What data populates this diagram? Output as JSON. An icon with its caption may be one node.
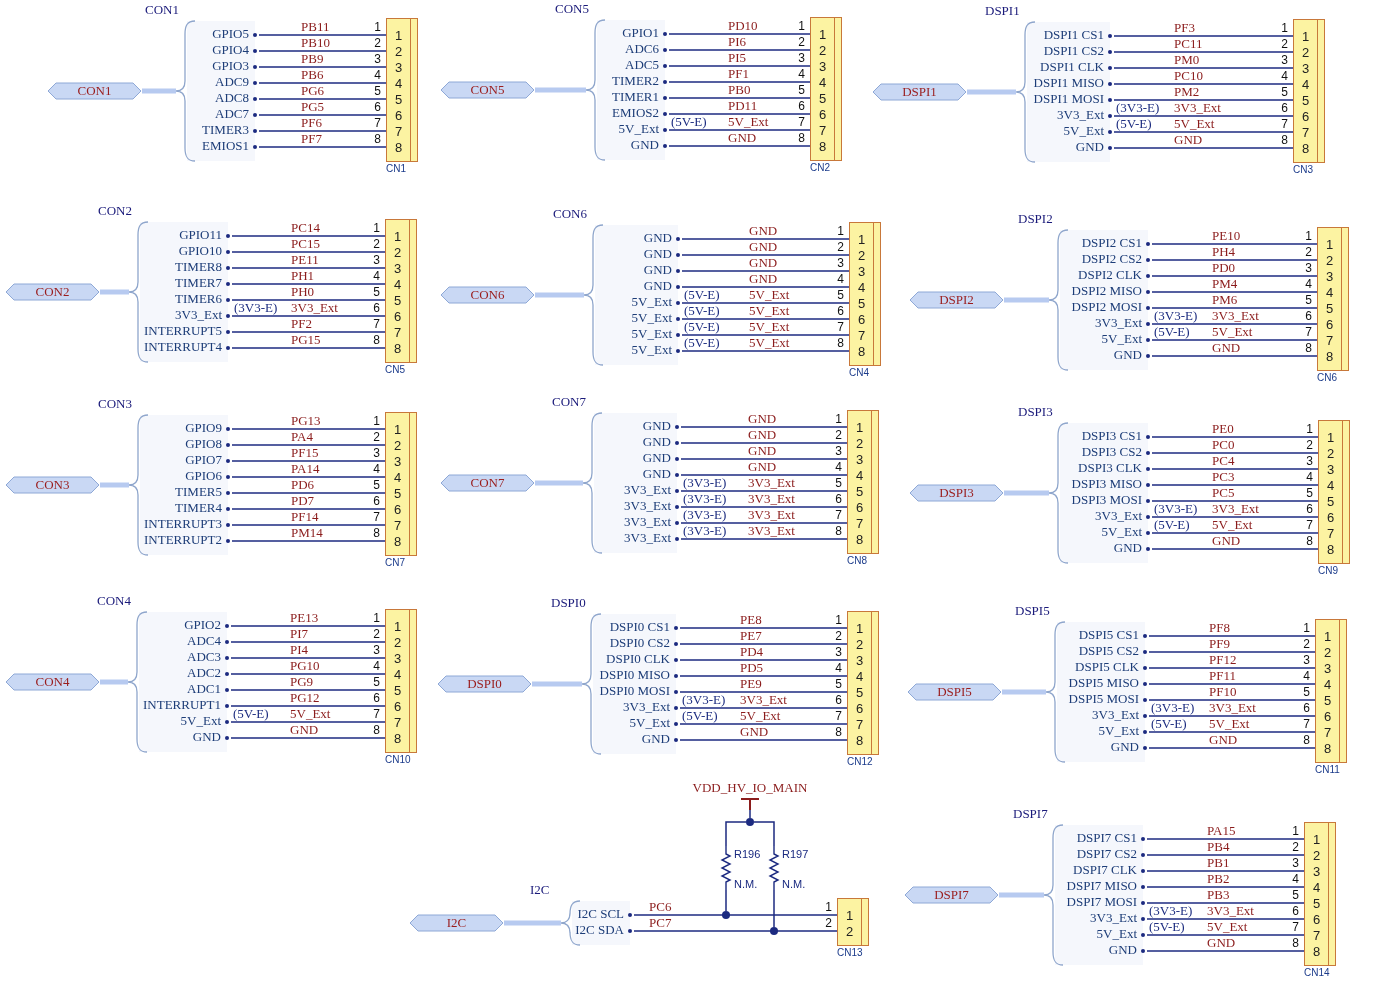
{
  "diagram": {
    "nodes": [
      {
        "text": [
          "CON1"
        ]
      },
      {
        "text": [
          "GPIO5",
          "GPIO4",
          "GPIO3",
          "ADC9",
          "ADC8",
          "ADC7",
          "TIMER3",
          "EMIOS1"
        ],
        "beside": [
          "CON1"
        ]
      },
      {
        "text": [
          "1",
          "2",
          "3",
          "4",
          "5",
          "6",
          "7",
          "8"
        ],
        "beside": [
          "CN1"
        ]
      },
      {
        "text": [
          "CON5"
        ]
      },
      {
        "text": [
          "GPIO1",
          "ADC6",
          "ADC5",
          "TIMER2",
          "TIMER1",
          "EMIOS2",
          "5V_Ext",
          "GND"
        ],
        "beside": [
          "CON5"
        ]
      },
      {
        "text": [
          "1",
          "2",
          "3",
          "4",
          "5",
          "6",
          "7",
          "8"
        ],
        "beside": [
          "CN2"
        ]
      },
      {
        "text": [
          "DSPI1"
        ]
      },
      {
        "text": [
          "DSPI1 CS1",
          "DSPI1 CS2",
          "DSPI1 CLK",
          "DSPI1 MISO",
          "DSPI1 MOSI",
          "3V3_Ext",
          "5V_Ext",
          "GND"
        ],
        "beside": [
          "DSPI1"
        ]
      },
      {
        "text": [
          "1",
          "2",
          "3",
          "4",
          "5",
          "6",
          "7",
          "8"
        ],
        "beside": [
          "CN3"
        ]
      },
      {
        "text": [
          "CON2"
        ]
      },
      {
        "text": [
          "GPIO11",
          "GPIO10",
          "TIMER8",
          "TIMER7",
          "TIMER6",
          "3V3_Ext",
          "INTERRUPT5",
          "INTERRUPT4"
        ],
        "beside": [
          "CON2"
        ]
      },
      {
        "text": [
          "1",
          "2",
          "3",
          "4",
          "5",
          "6",
          "7",
          "8"
        ],
        "beside": [
          "CN5"
        ]
      },
      {
        "text": [
          "CON6"
        ]
      },
      {
        "text": [
          "GND",
          "GND",
          "GND",
          "GND",
          "5V_Ext",
          "5V_Ext",
          "5V_Ext",
          "5V_Ext"
        ],
        "beside": [
          "CON6"
        ]
      },
      {
        "text": [
          "1",
          "2",
          "3",
          "4",
          "5",
          "6",
          "7",
          "8"
        ],
        "beside": [
          "CN4"
        ]
      },
      {
        "text": [
          "DSPI2"
        ]
      },
      {
        "text": [
          "DSPI2 CS1",
          "DSPI2 CS2",
          "DSPI2 CLK",
          "DSPI2 MISO",
          "DSPI2 MOSI",
          "3V3_Ext",
          "5V_Ext",
          "GND"
        ],
        "beside": [
          "DSPI2"
        ]
      },
      {
        "text": [
          "1",
          "2",
          "3",
          "4",
          "5",
          "6",
          "7",
          "8"
        ],
        "beside": [
          "CN6"
        ]
      },
      {
        "text": [
          "CON3"
        ]
      },
      {
        "text": [
          "GPIO9",
          "GPIO8",
          "GPIO7",
          "GPIO6",
          "TIMER5",
          "TIMER4",
          "INTERRUPT3",
          "INTERRUPT2"
        ],
        "beside": [
          "CON3"
        ]
      },
      {
        "text": [
          "1",
          "2",
          "3",
          "4",
          "5",
          "6",
          "7",
          "8"
        ],
        "beside": [
          "CN7"
        ]
      },
      {
        "text": [
          "CON7"
        ]
      },
      {
        "text": [
          "GND",
          "GND",
          "GND",
          "GND",
          "3V3_Ext",
          "3V3_Ext",
          "3V3_Ext",
          "3V3_Ext"
        ],
        "beside": [
          "CON7"
        ]
      },
      {
        "text": [
          "1",
          "2",
          "3",
          "4",
          "5",
          "6",
          "7",
          "8"
        ],
        "beside": [
          "CN8"
        ]
      },
      {
        "text": [
          "DSPI3"
        ]
      },
      {
        "text": [
          "DSPI3 CS1",
          "DSPI3 CS2",
          "DSPI3 CLK",
          "DSPI3 MISO",
          "DSPI3 MOSI",
          "3V3_Ext",
          "5V_Ext",
          "GND"
        ],
        "beside": [
          "DSPI3"
        ]
      },
      {
        "text": [
          "1",
          "2",
          "3",
          "4",
          "5",
          "6",
          "7",
          "8"
        ],
        "beside": [
          "CN9"
        ]
      },
      {
        "text": [
          "CON4"
        ]
      },
      {
        "text": [
          "GPIO2",
          "ADC4",
          "ADC3",
          "ADC2",
          "ADC1",
          "INTERRUPT1",
          "5V_Ext",
          "GND"
        ],
        "beside": [
          "CON4"
        ]
      },
      {
        "text": [
          "1",
          "2",
          "3",
          "4",
          "5",
          "6",
          "7",
          "8"
        ],
        "beside": [
          "CN10"
        ]
      },
      {
        "text": [
          "DSPI0"
        ]
      },
      {
        "text": [
          "DSPI0 CS1",
          "DSPI0 CS2",
          "DSPI0 CLK",
          "DSPI0 MISO",
          "DSPI0 MOSI",
          "3V3_Ext",
          "5V_Ext",
          "GND"
        ],
        "beside": [
          "DSPI0"
        ]
      },
      {
        "text": [
          "1",
          "2",
          "3",
          "4",
          "5",
          "6",
          "7",
          "8"
        ],
        "beside": [
          "CN12"
        ]
      },
      {
        "text": [
          "DSPI5"
        ]
      },
      {
        "text": [
          "DSPI5 CS1",
          "DSPI5 CS2",
          "DSPI5 CLK",
          "DSPI5 MISO",
          "DSPI5 MOSI",
          "3V3_Ext",
          "5V_Ext",
          "GND"
        ],
        "beside": [
          "DSPI5"
        ]
      },
      {
        "text": [
          "1",
          "2",
          "3",
          "4",
          "5",
          "6",
          "7",
          "8"
        ],
        "beside": [
          "CN11"
        ]
      },
      {
        "text": [
          "I2C"
        ]
      },
      {
        "text": [
          "I2C SCL",
          "I2C SDA"
        ],
        "beside": [
          "I2C"
        ]
      },
      {
        "text": [
          "1",
          "2"
        ],
        "beside": [
          "CN13"
        ]
      },
      {
        "text": [
          "VDD_HV_IO_MAIN"
        ]
      },
      {
        "text": [],
        "shape": "circle"
      },
      {
        "text": [
          "R196",
          "N.M."
        ]
      },
      {
        "text": [
          "R197",
          "N.M."
        ]
      },
      {
        "text": [],
        "shape": "circle"
      },
      {
        "text": [],
        "shape": "circle"
      },
      {
        "text": [
          "DSPI7"
        ]
      },
      {
        "text": [
          "DSPI7 CS1",
          "DSPI7 CS2",
          "DSPI7 CLK",
          "DSPI7 MISO",
          "DSPI7 MOSI",
          "3V3_Ext",
          "5V_Ext",
          "GND"
        ],
        "beside": [
          "DSPI7"
        ]
      },
      {
        "text": [
          "1",
          "2",
          "3",
          "4",
          "5",
          "6",
          "7",
          "8"
        ],
        "beside": [
          "CN14"
        ]
      }
    ],
    "edges": [
      {
        "from": 0,
        "to": 1,
        "arrow": "none",
        "style": "thick",
        "color": "#b7caf0"
      },
      {
        "from": 1,
        "to": 2,
        "arrow": "none",
        "label": "PB11"
      },
      {
        "from": 1,
        "to": 2,
        "arrow": "none",
        "label": "PB10"
      },
      {
        "from": 1,
        "to": 2,
        "arrow": "none",
        "label": "PB9"
      },
      {
        "from": 1,
        "to": 2,
        "arrow": "none",
        "label": "PB6"
      },
      {
        "from": 1,
        "to": 2,
        "arrow": "none",
        "label": "PG6"
      },
      {
        "from": 1,
        "to": 2,
        "arrow": "none",
        "label": "PG5"
      },
      {
        "from": 1,
        "to": 2,
        "arrow": "none",
        "label": "PF6"
      },
      {
        "from": 1,
        "to": 2,
        "arrow": "none",
        "label": "PF7"
      },
      {
        "from": 3,
        "to": 4,
        "arrow": "none",
        "style": "thick",
        "color": "#b7caf0"
      },
      {
        "from": 4,
        "to": 5,
        "arrow": "none",
        "label": "PD10"
      },
      {
        "from": 4,
        "to": 5,
        "arrow": "none",
        "label": "PI6"
      },
      {
        "from": 4,
        "to": 5,
        "arrow": "none",
        "label": "PI5"
      },
      {
        "from": 4,
        "to": 5,
        "arrow": "none",
        "label": "PF1"
      },
      {
        "from": 4,
        "to": 5,
        "arrow": "none",
        "label": "PB0"
      },
      {
        "from": 4,
        "to": 5,
        "arrow": "none",
        "label": "PD11"
      },
      {
        "from": 4,
        "to": 5,
        "arrow": "none",
        "label": "5V_Ext"
      },
      {
        "from": 4,
        "to": 5,
        "arrow": "none",
        "label": "GND"
      },
      {
        "from": 6,
        "to": 7,
        "arrow": "none",
        "style": "thick",
        "color": "#b7caf0"
      },
      {
        "from": 7,
        "to": 8,
        "arrow": "none",
        "label": "PF3"
      },
      {
        "from": 7,
        "to": 8,
        "arrow": "none",
        "label": "PC11"
      },
      {
        "from": 7,
        "to": 8,
        "arrow": "none",
        "label": "PM0"
      },
      {
        "from": 7,
        "to": 8,
        "arrow": "none",
        "label": "PC10"
      },
      {
        "from": 7,
        "to": 8,
        "arrow": "none",
        "label": "PM2"
      },
      {
        "from": 7,
        "to": 8,
        "arrow": "none",
        "label": "3V3_Ext"
      },
      {
        "from": 7,
        "to": 8,
        "arrow": "none",
        "label": "5V_Ext"
      },
      {
        "from": 7,
        "to": 8,
        "arrow": "none",
        "label": "GND"
      },
      {
        "from": 9,
        "to": 10,
        "arrow": "none",
        "style": "thick",
        "color": "#b7caf0"
      },
      {
        "from": 10,
        "to": 11,
        "arrow": "none",
        "label": "PC14"
      },
      {
        "from": 10,
        "to": 11,
        "arrow": "none",
        "label": "PC15"
      },
      {
        "from": 10,
        "to": 11,
        "arrow": "none",
        "label": "PE11"
      },
      {
        "from": 10,
        "to": 11,
        "arrow": "none",
        "label": "PH1"
      },
      {
        "from": 10,
        "to": 11,
        "arrow": "none",
        "label": "PH0"
      },
      {
        "from": 10,
        "to": 11,
        "arrow": "none",
        "label": "3V3_Ext"
      },
      {
        "from": 10,
        "to": 11,
        "arrow": "none",
        "label": "PF2"
      },
      {
        "from": 10,
        "to": 11,
        "arrow": "none",
        "label": "PG15"
      },
      {
        "from": 12,
        "to": 13,
        "arrow": "none",
        "style": "thick",
        "color": "#b7caf0"
      },
      {
        "from": 13,
        "to": 14,
        "arrow": "none",
        "label": "GND"
      },
      {
        "from": 13,
        "to": 14,
        "arrow": "none",
        "label": "GND"
      },
      {
        "from": 13,
        "to": 14,
        "arrow": "none",
        "label": "GND"
      },
      {
        "from": 13,
        "to": 14,
        "arrow": "none",
        "label": "GND"
      },
      {
        "from": 13,
        "to": 14,
        "arrow": "none",
        "label": "5V_Ext"
      },
      {
        "from": 13,
        "to": 14,
        "arrow": "none",
        "label": "5V_Ext"
      },
      {
        "from": 13,
        "to": 14,
        "arrow": "none",
        "label": "5V_Ext"
      },
      {
        "from": 13,
        "to": 14,
        "arrow": "none",
        "label": "5V_Ext"
      },
      {
        "from": 15,
        "to": 16,
        "arrow": "none",
        "style": "thick",
        "color": "#b7caf0"
      },
      {
        "from": 16,
        "to": 17,
        "arrow": "none",
        "label": "PE10"
      },
      {
        "from": 16,
        "to": 17,
        "arrow": "none",
        "label": "PH4"
      },
      {
        "from": 16,
        "to": 17,
        "arrow": "none",
        "label": "PD0"
      },
      {
        "from": 16,
        "to": 17,
        "arrow": "none",
        "label": "PM4"
      },
      {
        "from": 16,
        "to": 17,
        "arrow": "none",
        "label": "PM6"
      },
      {
        "from": 16,
        "to": 17,
        "arrow": "none",
        "label": "3V3_Ext"
      },
      {
        "from": 16,
        "to": 17,
        "arrow": "none",
        "label": "5V_Ext"
      },
      {
        "from": 16,
        "to": 17,
        "arrow": "none",
        "label": "GND"
      },
      {
        "from": 18,
        "to": 19,
        "arrow": "none",
        "style": "thick",
        "color": "#b7caf0"
      },
      {
        "from": 19,
        "to": 20,
        "arrow": "none",
        "label": "PG13"
      },
      {
        "from": 19,
        "to": 20,
        "arrow": "none",
        "label": "PA4"
      },
      {
        "from": 19,
        "to": 20,
        "arrow": "none",
        "label": "PF15"
      },
      {
        "from": 19,
        "to": 20,
        "arrow": "none",
        "label": "PA14"
      },
      {
        "from": 19,
        "to": 20,
        "arrow": "none",
        "label": "PD6"
      },
      {
        "from": 19,
        "to": 20,
        "arrow": "none",
        "label": "PD7"
      },
      {
        "from": 19,
        "to": 20,
        "arrow": "none",
        "label": "PF14"
      },
      {
        "from": 19,
        "to": 20,
        "arrow": "none",
        "label": "PM14"
      },
      {
        "from": 21,
        "to": 22,
        "arrow": "none",
        "style": "thick",
        "color": "#b7caf0"
      },
      {
        "from": 22,
        "to": 23,
        "arrow": "none",
        "label": "GND"
      },
      {
        "from": 22,
        "to": 23,
        "arrow": "none",
        "label": "GND"
      },
      {
        "from": 22,
        "to": 23,
        "arrow": "none",
        "label": "GND"
      },
      {
        "from": 22,
        "to": 23,
        "arrow": "none",
        "label": "GND"
      },
      {
        "from": 22,
        "to": 23,
        "arrow": "none",
        "label": "3V3_Ext"
      },
      {
        "from": 22,
        "to": 23,
        "arrow": "none",
        "label": "3V3_Ext"
      },
      {
        "from": 22,
        "to": 23,
        "arrow": "none",
        "label": "3V3_Ext"
      },
      {
        "from": 22,
        "to": 23,
        "arrow": "none",
        "label": "3V3_Ext"
      },
      {
        "from": 24,
        "to": 25,
        "arrow": "none",
        "style": "thick",
        "color": "#b7caf0"
      },
      {
        "from": 25,
        "to": 26,
        "arrow": "none",
        "label": "PE0"
      },
      {
        "from": 25,
        "to": 26,
        "arrow": "none",
        "label": "PC0"
      },
      {
        "from": 25,
        "to": 26,
        "arrow": "none",
        "label": "PC4"
      },
      {
        "from": 25,
        "to": 26,
        "arrow": "none",
        "label": "PC3"
      },
      {
        "from": 25,
        "to": 26,
        "arrow": "none",
        "label": "PC5"
      },
      {
        "from": 25,
        "to": 26,
        "arrow": "none",
        "label": "3V3_Ext"
      },
      {
        "from": 25,
        "to": 26,
        "arrow": "none",
        "label": "5V_Ext"
      },
      {
        "from": 25,
        "to": 26,
        "arrow": "none",
        "label": "GND"
      },
      {
        "from": 27,
        "to": 28,
        "arrow": "none",
        "style": "thick",
        "color": "#b7caf0"
      },
      {
        "from": 28,
        "to": 29,
        "arrow": "none",
        "label": "PE13"
      },
      {
        "from": 28,
        "to": 29,
        "arrow": "none",
        "label": "PI7"
      },
      {
        "from": 28,
        "to": 29,
        "arrow": "none",
        "label": "PI4"
      },
      {
        "from": 28,
        "to": 29,
        "arrow": "none",
        "label": "PG10"
      },
      {
        "from": 28,
        "to": 29,
        "arrow": "none",
        "label": "PG9"
      },
      {
        "from": 28,
        "to": 29,
        "arrow": "none",
        "label": "PG12"
      },
      {
        "from": 28,
        "to": 29,
        "arrow": "none",
        "label": "5V_Ext"
      },
      {
        "from": 28,
        "to": 29,
        "arrow": "none",
        "label": "GND"
      },
      {
        "from": 30,
        "to": 31,
        "arrow": "none",
        "style": "thick",
        "color": "#b7caf0"
      },
      {
        "from": 31,
        "to": 32,
        "arrow": "none",
        "label": "PE8"
      },
      {
        "from": 31,
        "to": 32,
        "arrow": "none",
        "label": "PE7"
      },
      {
        "from": 31,
        "to": 32,
        "arrow": "none",
        "label": "PD4"
      },
      {
        "from": 31,
        "to": 32,
        "arrow": "none",
        "label": "PD5"
      },
      {
        "from": 31,
        "to": 32,
        "arrow": "none",
        "label": "PE9"
      },
      {
        "from": 31,
        "to": 32,
        "arrow": "none",
        "label": "3V3_Ext"
      },
      {
        "from": 31,
        "to": 32,
        "arrow": "none",
        "label": "5V_Ext"
      },
      {
        "from": 31,
        "to": 32,
        "arrow": "none",
        "label": "GND"
      },
      {
        "from": 33,
        "to": 34,
        "arrow": "none",
        "style": "thick",
        "color": "#b7caf0"
      },
      {
        "from": 34,
        "to": 35,
        "arrow": "none",
        "label": "PF8"
      },
      {
        "from": 34,
        "to": 35,
        "arrow": "none",
        "label": "PF9"
      },
      {
        "from": 34,
        "to": 35,
        "arrow": "none",
        "label": "PF12"
      },
      {
        "from": 34,
        "to": 35,
        "arrow": "none",
        "label": "PF11"
      },
      {
        "from": 34,
        "to": 35,
        "arrow": "none",
        "label": "PF10"
      },
      {
        "from": 34,
        "to": 35,
        "arrow": "none",
        "label": "3V3_Ext"
      },
      {
        "from": 34,
        "to": 35,
        "arrow": "none",
        "label": "5V_Ext"
      },
      {
        "from": 34,
        "to": 35,
        "arrow": "none",
        "label": "GND"
      },
      {
        "from": 36,
        "to": 37,
        "arrow": "none",
        "style": "thick",
        "color": "#b7caf0"
      },
      {
        "from": 37,
        "to": 38,
        "arrow": "none",
        "label": "PC6"
      },
      {
        "from": 37,
        "to": 38,
        "arrow": "none",
        "label": "PC7"
      },
      {
        "from": 39,
        "to": 40,
        "arrow": "none"
      },
      {
        "from": 40,
        "to": 41,
        "arrow": "none"
      },
      {
        "from": 40,
        "to": 42,
        "arrow": "none"
      },
      {
        "from": 41,
        "to": 43,
        "arrow": "none"
      },
      {
        "from": 42,
        "to": 44,
        "arrow": "none"
      },
      {
        "from": 45,
        "to": 46,
        "arrow": "none",
        "style": "thick",
        "color": "#b7caf0"
      },
      {
        "from": 46,
        "to": 47,
        "arrow": "none",
        "label": "PA15"
      },
      {
        "from": 46,
        "to": 47,
        "arrow": "none",
        "label": "PB4"
      },
      {
        "from": 46,
        "to": 47,
        "arrow": "none",
        "label": "PB1"
      },
      {
        "from": 46,
        "to": 47,
        "arrow": "none",
        "label": "PB2"
      },
      {
        "from": 46,
        "to": 47,
        "arrow": "none",
        "label": "PB3"
      },
      {
        "from": 46,
        "to": 47,
        "arrow": "none",
        "label": "3V3_Ext"
      },
      {
        "from": 46,
        "to": 47,
        "arrow": "none",
        "label": "5V_Ext"
      },
      {
        "from": 46,
        "to": 47,
        "arrow": "none",
        "label": "GND"
      }
    ],
    "labels": [
      "1",
      "2",
      "3",
      "4",
      "5",
      "6",
      "7",
      "8",
      "1",
      "2",
      "3",
      "4",
      "5",
      "6",
      "(5V-E)",
      "7",
      "8",
      "1",
      "2",
      "3",
      "4",
      "5",
      "(3V3-E)",
      "6",
      "(5V-E)",
      "7",
      "8",
      "1",
      "2",
      "3",
      "4",
      "5",
      "(3V3-E)",
      "6",
      "7",
      "8",
      "1",
      "2",
      "3",
      "4",
      "(5V-E)",
      "5",
      "(5V-E)",
      "6",
      "(5V-E)",
      "7",
      "(5V-E)",
      "8",
      "1",
      "2",
      "3",
      "4",
      "5",
      "(3V3-E)",
      "6",
      "(5V-E)",
      "7",
      "8",
      "1",
      "2",
      "3",
      "4",
      "5",
      "6",
      "7",
      "8",
      "1",
      "2",
      "3",
      "4",
      "(3V3-E)",
      "5",
      "(3V3-E)",
      "6",
      "(3V3-E)",
      "7",
      "(3V3-E)",
      "8",
      "1",
      "2",
      "3",
      "4",
      "5",
      "(3V3-E)",
      "6",
      "(5V-E)",
      "7",
      "8",
      "1",
      "2",
      "3",
      "4",
      "5",
      "6",
      "(5V-E)",
      "7",
      "8",
      "1",
      "2",
      "3",
      "4",
      "5",
      "(3V3-E)",
      "6",
      "(5V-E)",
      "7",
      "8",
      "1",
      "2",
      "3",
      "4",
      "5",
      "(3V3-E)",
      "6",
      "(5V-E)",
      "7",
      "8",
      "1",
      "2",
      "1",
      "2",
      "3",
      "4",
      "5",
      "(3V3-E)",
      "6",
      "(5V-E)",
      "7",
      "8"
    ]
  }
}
